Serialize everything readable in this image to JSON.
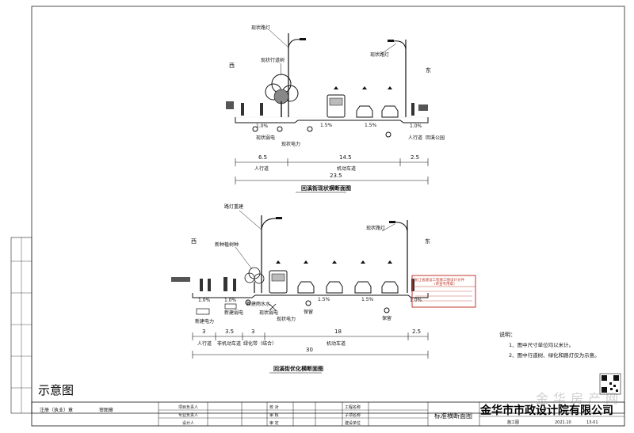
{
  "top_section": {
    "title": "回溪街现状横断面图",
    "side_west": "西",
    "side_east": "东",
    "labels": {
      "street_lamp_left": "现状路灯",
      "street_tree": "现状行道树",
      "street_lamp_right": "现状路灯",
      "power_cable": "现状弱电",
      "power_line": "现状电力",
      "sidewalk_right": "人行道",
      "park": "回溪公园"
    },
    "slopes": [
      "1.0%",
      "1.5%",
      "1.5%",
      "1.0%"
    ],
    "dimensions": [
      "6.5",
      "14.5",
      "2.5"
    ],
    "dimension_labels": [
      "人行道",
      "机动车道"
    ],
    "total_width": "23.5"
  },
  "bottom_section": {
    "title": "回溪街优化横断面图",
    "side_west": "西",
    "side_east": "东",
    "labels": {
      "lamp_rebuild": "路灯重建",
      "new_tree": "新种植树种",
      "street_lamp_right": "现状路灯",
      "power_cable_new": "新建弱电",
      "rainwater_new": "新建雨水水",
      "power_line_existing": "现状弱电",
      "power_line_keep": "现状电力",
      "keep_1": "保留",
      "keep_2": "保留",
      "new_power": "新建电力"
    },
    "slopes": [
      "1.0%",
      "1.0%",
      "1.5%",
      "1.5%",
      "1.0%"
    ],
    "dimensions": [
      "3",
      "3.5",
      "3",
      "18",
      "2.5"
    ],
    "dimension_labels": [
      "人行道",
      "非机动车道",
      "绿化带（结合）",
      "机动车道"
    ],
    "total_width": "30"
  },
  "notes": {
    "heading": "说明：",
    "items": [
      "1、图中尺寸单位均以米计。",
      "2、图中行道树、绿化和路灯仅为示意。"
    ]
  },
  "stamp": {
    "title": "浙江省建设工程施工图设计文件",
    "subtitle": "（审查专用章）"
  },
  "caption": "示意图",
  "title_block": {
    "company": "金华市市政设计院有限公司",
    "drawing_title": "标准横断面图",
    "stage": "施工图",
    "date": "2021.10",
    "drawing_no": "13-01",
    "rows_left": [
      "项目负责人",
      "专业负责人",
      "设计人"
    ],
    "rows_mid": [
      "校 对",
      "审 核",
      "审 定"
    ],
    "project_label": "工程名称",
    "project_sub": "子项名称",
    "project_unit": "建设单位"
  },
  "side_strip": {
    "note_1": "注册（执业）章",
    "note_2": "审图章"
  },
  "watermark": "金华房产网"
}
